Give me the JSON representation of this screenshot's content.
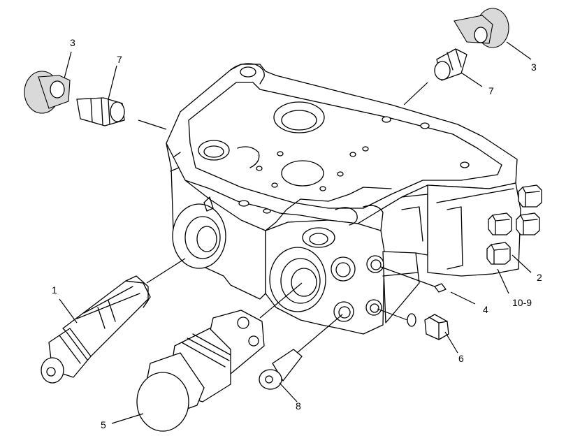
{
  "callouts": {
    "c1": "1",
    "c2": "2",
    "c3a": "3",
    "c3b": "3",
    "c4": "4",
    "c5": "5",
    "c6": "6",
    "c7a": "7",
    "c7b": "7",
    "c8": "8",
    "c109": "10-9"
  },
  "colors": {
    "line": "#000000",
    "background": "#ffffff"
  }
}
